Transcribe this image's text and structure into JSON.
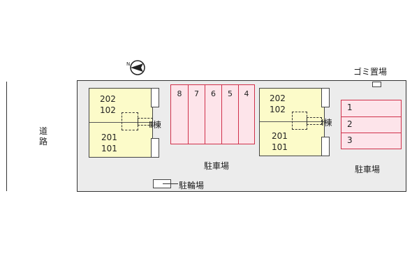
{
  "road": {
    "label": "道路"
  },
  "building_2": {
    "name": "Ⅱ棟",
    "upper_units": [
      "202",
      "102"
    ],
    "lower_units": [
      "201",
      "101"
    ]
  },
  "building_1": {
    "name": "Ⅰ棟",
    "upper_units": [
      "202",
      "102"
    ],
    "lower_units": [
      "201",
      "101"
    ]
  },
  "parking_left": {
    "label": "駐車場",
    "stalls": [
      "8",
      "7",
      "6",
      "5",
      "4"
    ]
  },
  "parking_right": {
    "label": "駐車場",
    "stalls": [
      "1",
      "2",
      "3"
    ]
  },
  "bicycle_parking": {
    "label": "駐輪場"
  },
  "garbage": {
    "label": "ゴミ置場"
  },
  "compass": {
    "letter": "N"
  },
  "colors": {
    "building": "#fcfbc9",
    "parking_fill": "#fde4ea",
    "parking_border": "#d0304a",
    "lot": "#ececec"
  }
}
